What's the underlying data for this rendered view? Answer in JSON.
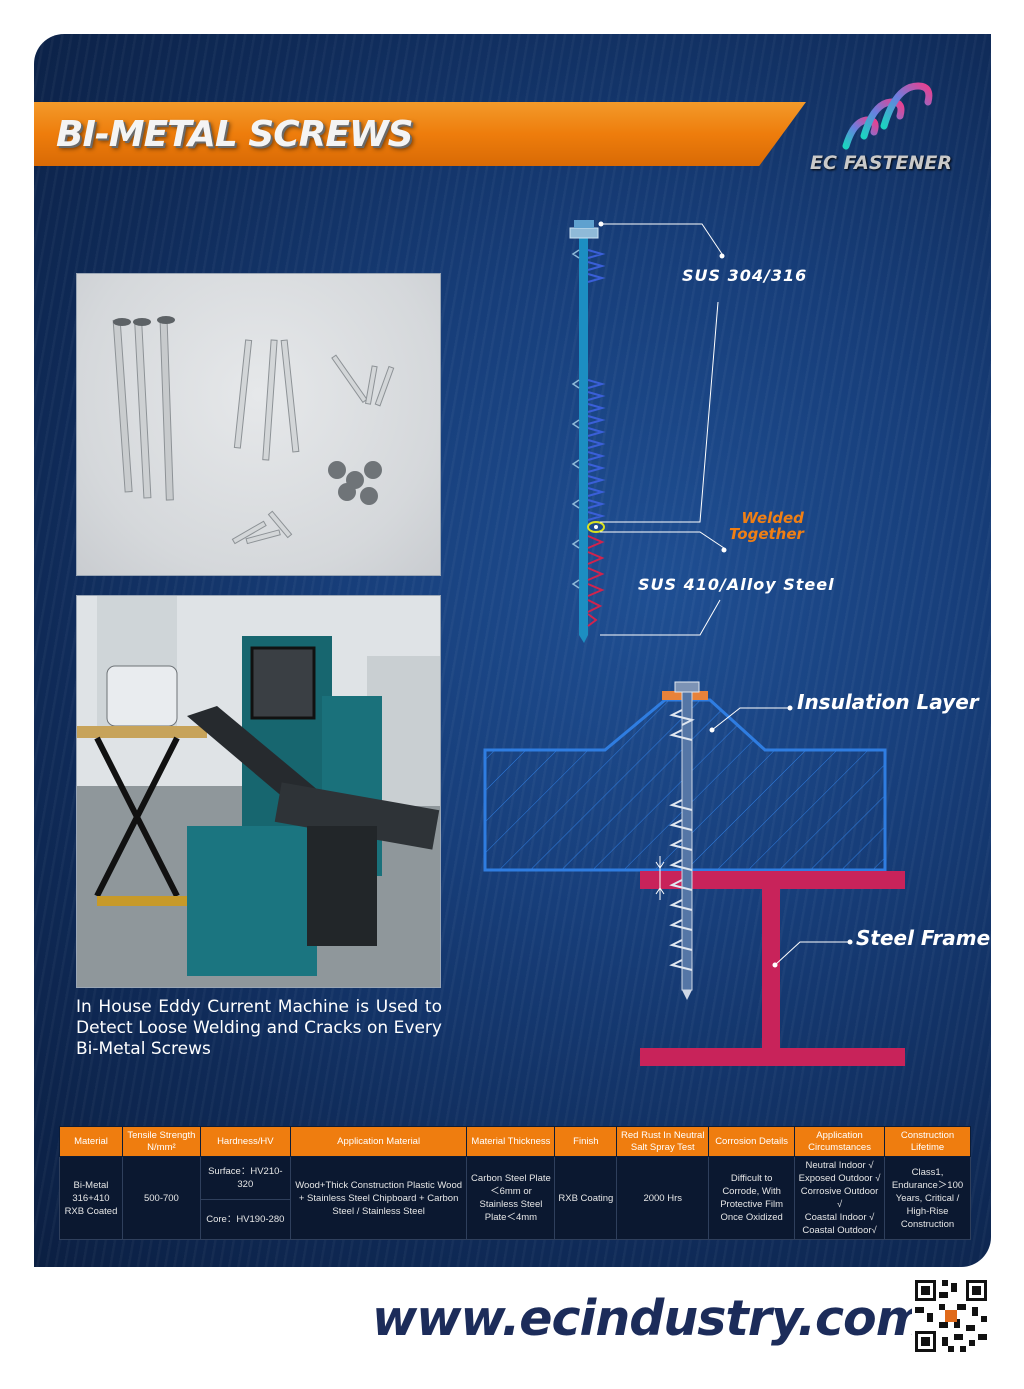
{
  "title": "BI-METAL SCREWS",
  "logo": {
    "text": "EC FASTENER"
  },
  "diagram": {
    "label_top": "SUS 304/316",
    "label_weld_1": "Welded",
    "label_weld_2": "Together",
    "label_bottom": "SUS 410/Alloy Steel",
    "label_insulation": "Insulation Layer",
    "label_frame": "Steel Frame"
  },
  "caption": "In House Eddy Current Machine is Used to Detect Loose Welding and Cracks on Every Bi-Metal Screws",
  "table": {
    "headers": [
      "Material",
      "Tensile Strength N/mm²",
      "Hardness/HV",
      "Application Material",
      "Material Thickness",
      "Finish",
      "Red Rust In Neutral Salt Spray Test",
      "Corrosion Details",
      "Application Circumstances",
      "Construction Lifetime"
    ],
    "row": {
      "material": "Bi-Metal 316+410 RXB Coated",
      "tensile": "500-700",
      "hardness_surface": "Surface：HV210-320",
      "hardness_core": "Core：HV190-280",
      "application_material": "Wood+Thick Construction Plastic Wood + Stainless Steel Chipboard + Carbon Steel / Stainless Steel",
      "thickness": "Carbon Steel Plate＜6mm or Stainless Steel Plate＜4mm",
      "finish": "RXB Coating",
      "salt_spray": "2000 Hrs",
      "corrosion": "Difficult to Corrode, With Protective Film Once Oxidized",
      "circumstances": [
        "Neutral Indoor √",
        "Exposed Outdoor √",
        "Corrosive Outdoor √",
        "Coastal Indoor √",
        "Coastal Outdoor√"
      ],
      "lifetime": "Class1, Endurance＞100 Years, Critical / High-Rise Construction"
    }
  },
  "website": "www.ecindustry.com",
  "colors": {
    "accent": "#ef7d0f",
    "panel": "#173e7a",
    "frame": "#c8235a",
    "insulation": "#2f7de1"
  }
}
